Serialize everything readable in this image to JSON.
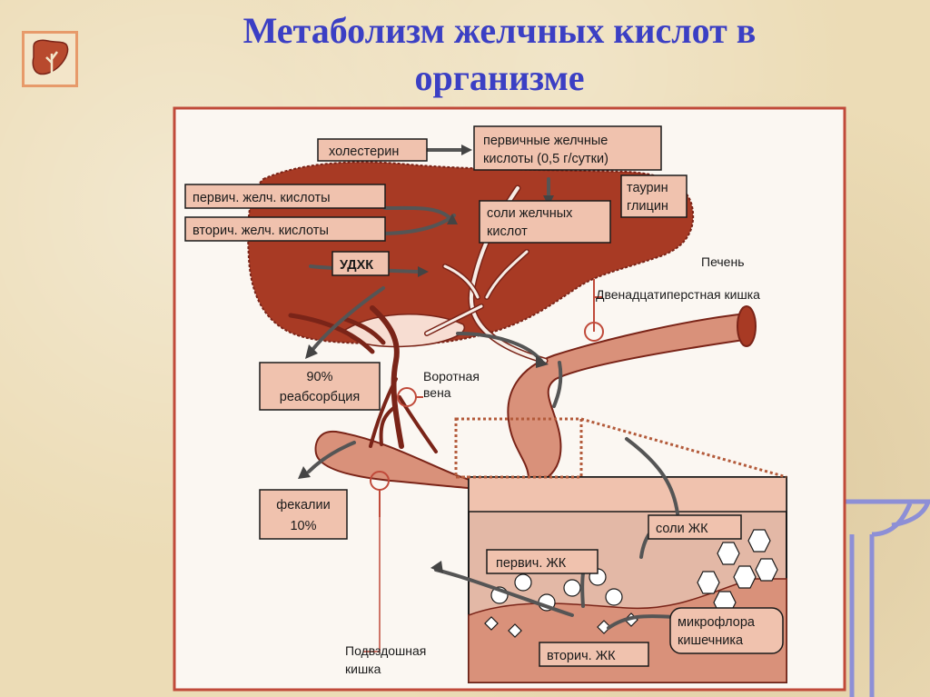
{
  "title": {
    "line1": "Метаболизм желчных кислот в",
    "line2": "организме"
  },
  "logo_icon": "liver-icon",
  "colors": {
    "title": "#3b3fc4",
    "liver": "#a83a24",
    "intestine": "#d9917a",
    "box_fill": "#f0c2ae",
    "vessel": "#7a2418",
    "background": "#ecdcb6",
    "decoration": "#8d8fd6"
  },
  "labels": {
    "cholesterol": "холестерин",
    "primary_bile_acids_line1": "первичные желчные",
    "primary_bile_acids_line2": "кислоты (0,5 г/сутки)",
    "primary_acids_short": "первич. желч. кислоты",
    "secondary_acids_short": "вторич. желч. кислоты",
    "bile_salts_line1": "соли желчных",
    "bile_salts_line2": "кислот",
    "taurine": "таурин",
    "glycine": "глицин",
    "udca": "УДХК",
    "liver": "Печень",
    "duodenum": "Двенадцатиперстная кишка",
    "portal_vein_line1": "Воротная",
    "portal_vein_line2": "вена",
    "reabsorption_line1": "90%",
    "reabsorption_line2": "реабсорбция",
    "feces_line1": "фекалии",
    "feces_line2": "10%",
    "ileum_line1": "Подвздошная",
    "ileum_line2": "кишка",
    "bile_salts_short": "соли ЖК",
    "primary_ba": "первич. ЖК",
    "secondary_ba": "вторич. ЖК",
    "microflora_line1": "микрофлора",
    "microflora_line2": "кишечника"
  }
}
